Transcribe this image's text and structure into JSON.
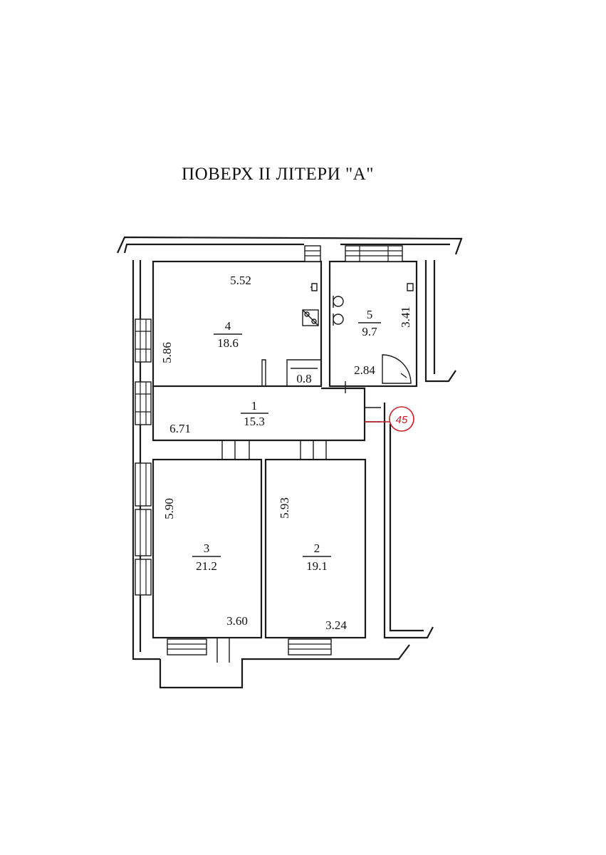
{
  "title": "ПОВЕРХ II ЛІТЕРИ \"А\"",
  "rooms": [
    {
      "id": "r4",
      "number": "4",
      "area": "18.6"
    },
    {
      "id": "r5",
      "number": "5",
      "area": "9.7"
    },
    {
      "id": "r1",
      "number": "1",
      "area": "15.3"
    },
    {
      "id": "r3",
      "number": "3",
      "area": "21.2"
    },
    {
      "id": "r2",
      "number": "2",
      "area": "19.1"
    }
  ],
  "dimensions": {
    "r4_width": "5.52",
    "r4_height": "5.86",
    "r5_height": "3.41",
    "r5_width": "2.84",
    "closet": "0.8",
    "r1_width": "6.71",
    "r3_height": "5.90",
    "r3_width": "3.60",
    "r2_height": "5.93",
    "r2_width": "3.24"
  },
  "stamp": "45",
  "colors": {
    "ink": "#1a1a1a",
    "stamp": "#c0212a"
  }
}
